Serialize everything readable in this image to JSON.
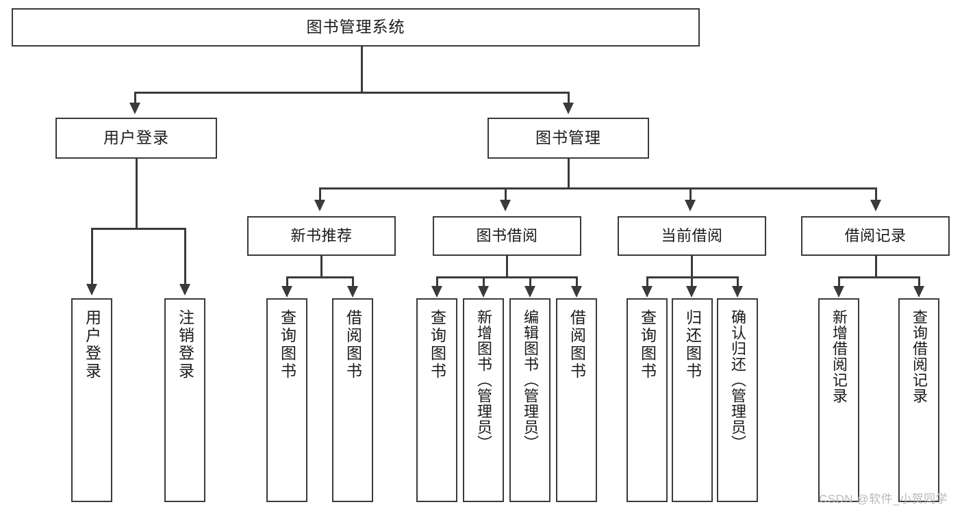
{
  "diagram": {
    "type": "tree-hierarchy-chart",
    "title": "图书管理系统",
    "watermark": "CSDN @软件_小贺同学",
    "stroke_color": "#3a3a3a",
    "background_color": "#ffffff",
    "text_color": "#1a1a1a",
    "root": {
      "label": "图书管理系统"
    },
    "tier2": [
      {
        "label": "用户登录"
      },
      {
        "label": "图书管理"
      }
    ],
    "tier3": [
      {
        "label": "新书推荐"
      },
      {
        "label": "图书借阅"
      },
      {
        "label": "当前借阅"
      },
      {
        "label": "借阅记录"
      }
    ],
    "leaves": {
      "user_login": [
        {
          "label": "用户登录"
        },
        {
          "label": "注销登录"
        }
      ],
      "new_book": [
        {
          "label": "查询图书"
        },
        {
          "label": "借阅图书"
        }
      ],
      "book_borrow": [
        {
          "label": "查询图书"
        },
        {
          "label": "新增图书（管理员）"
        },
        {
          "label": "编辑图书（管理员）"
        },
        {
          "label": "借阅图书"
        }
      ],
      "current_borrow": [
        {
          "label": "查询图书"
        },
        {
          "label": "归还图书"
        },
        {
          "label": "确认归还（管理员）"
        }
      ],
      "borrow_record": [
        {
          "label": "新增借阅记录"
        },
        {
          "label": "查询借阅记录"
        }
      ]
    }
  }
}
